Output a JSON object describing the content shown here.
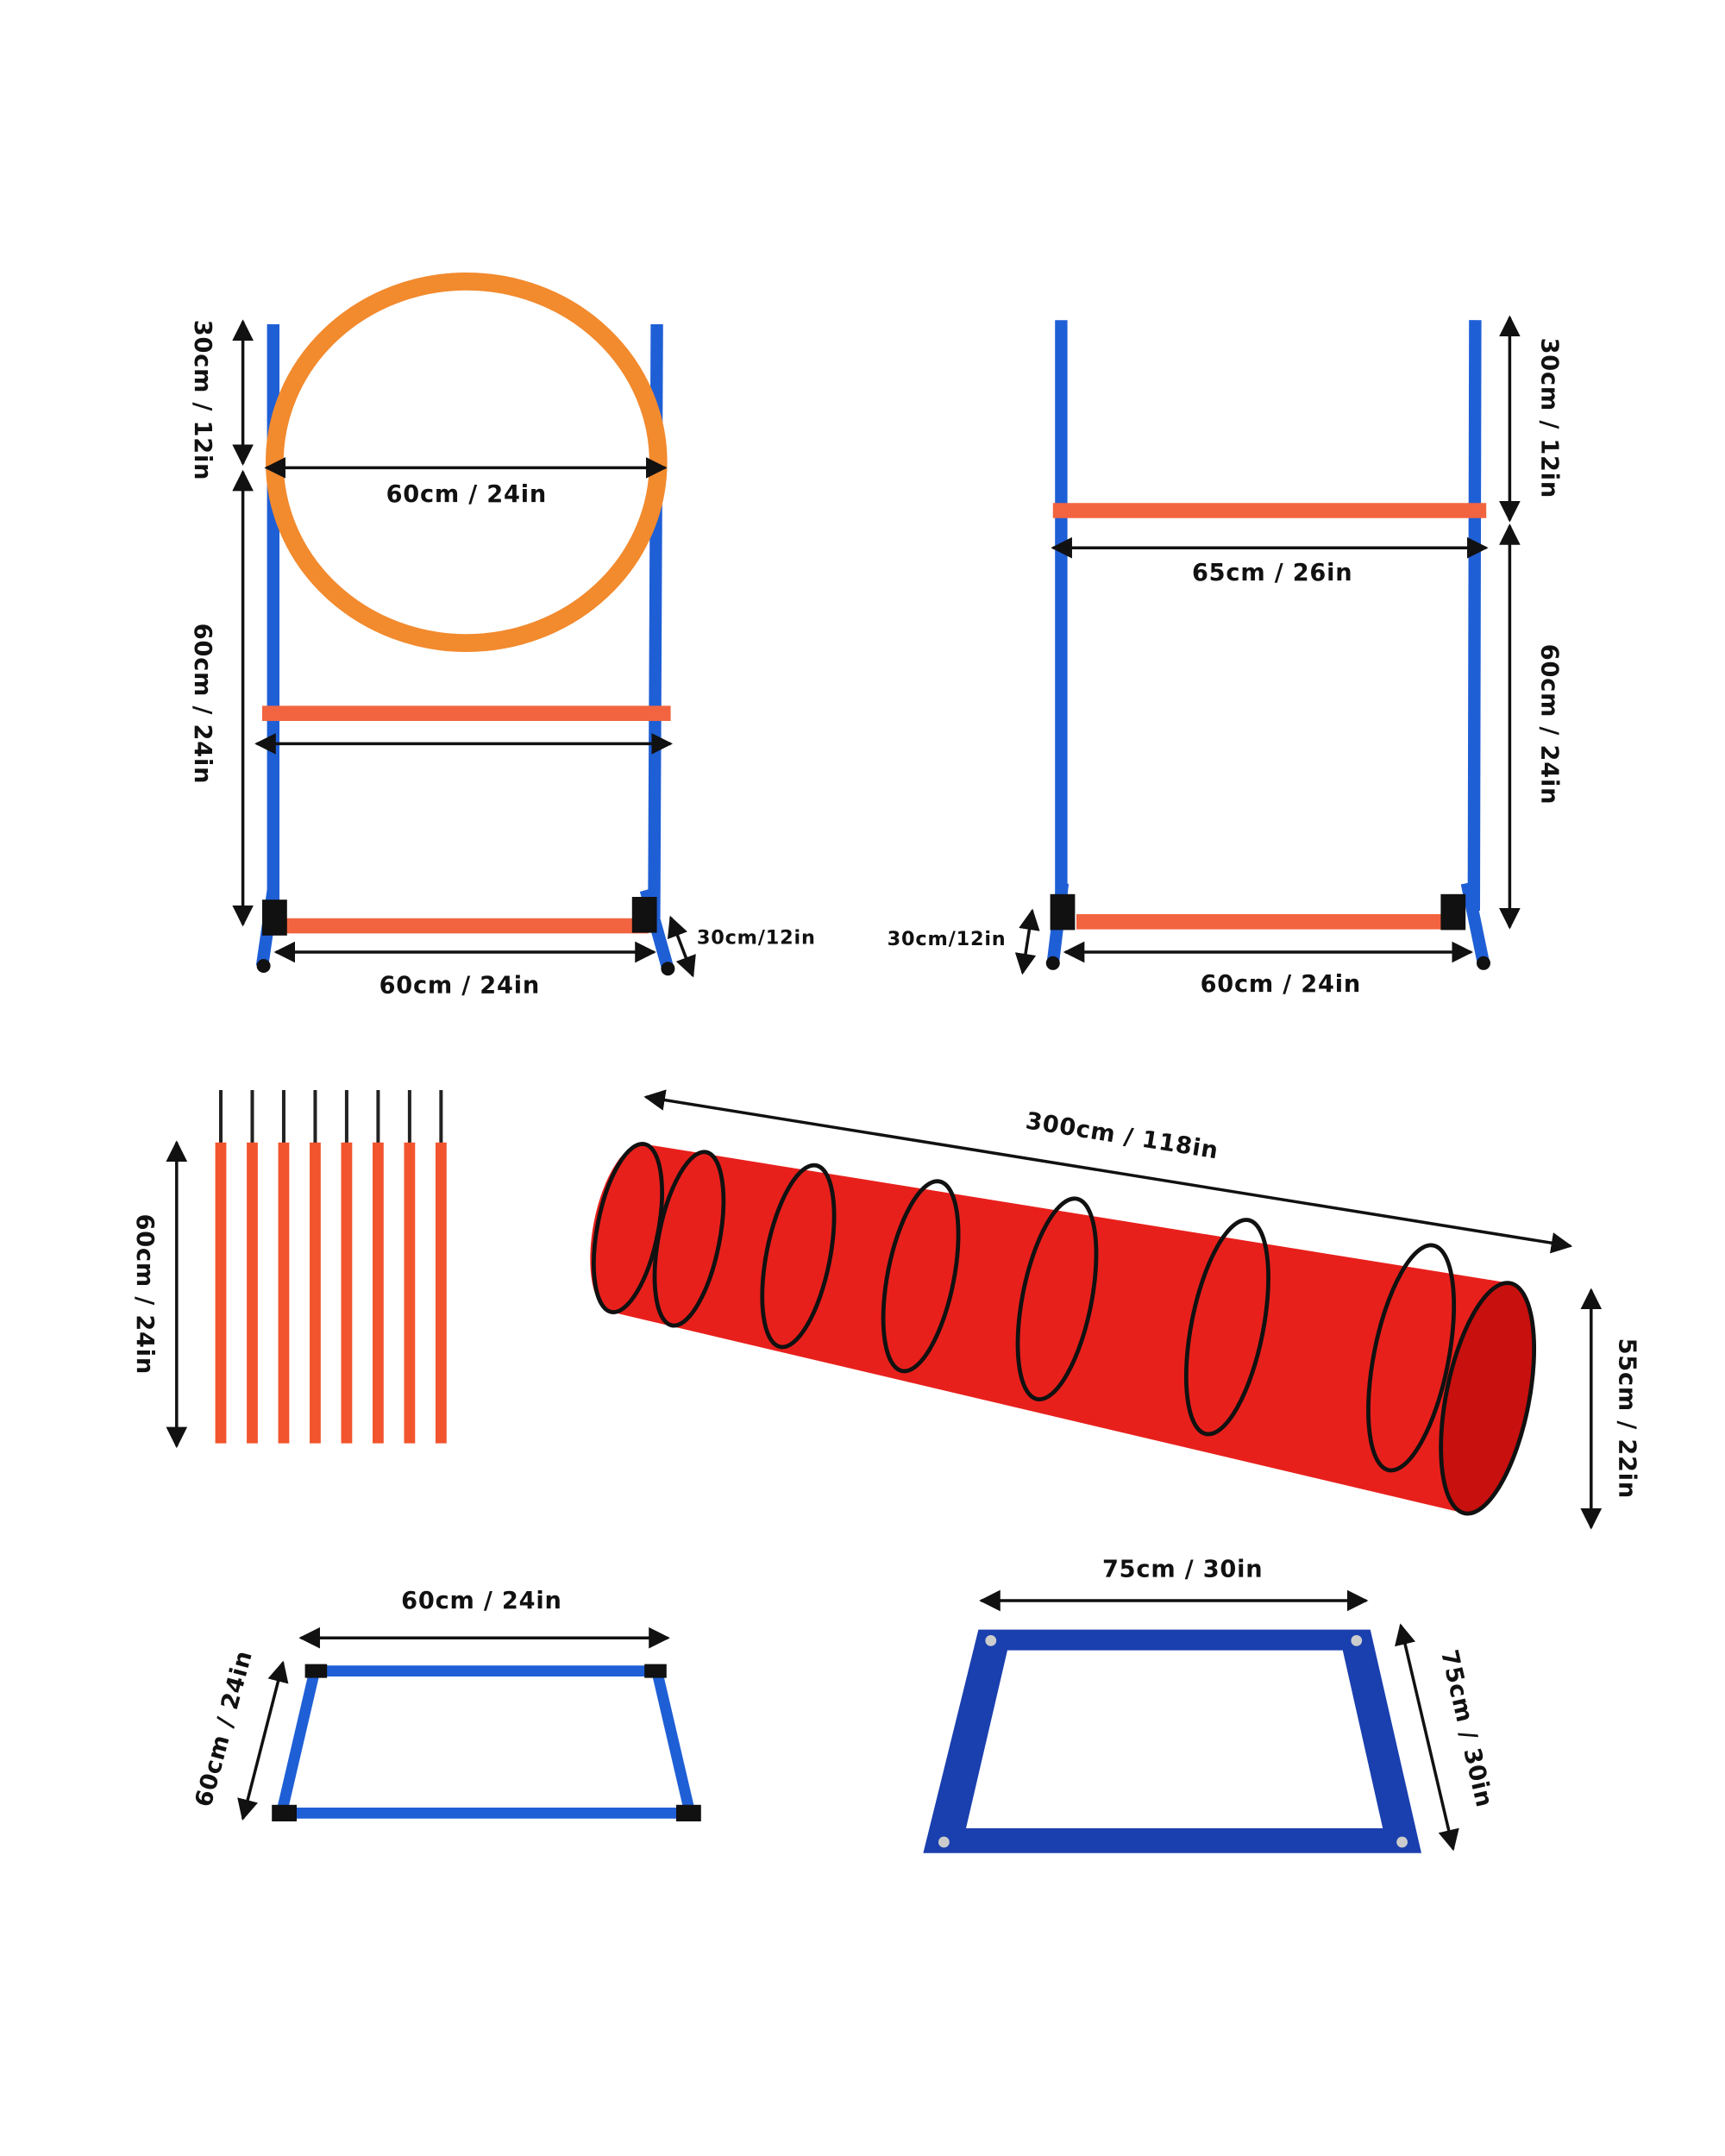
{
  "colors": {
    "frame_blue": "#1f5fd6",
    "hoop_orange": "#f28a2e",
    "bar_red": "#f26440",
    "tunnel_red": "#e8201c",
    "mat_blue": "#1a3fae"
  },
  "hoop_jump": {
    "upper_height": "30cm / 12in",
    "lower_height": "60cm / 24in",
    "hoop_width": "60cm / 24in",
    "base_width": "60cm / 24in",
    "foot_depth": "30cm/12in"
  },
  "hurdle": {
    "upper_height": "30cm / 12in",
    "lower_height": "60cm / 24in",
    "bar_width": "65cm / 26in",
    "base_width": "60cm / 24in",
    "foot_depth": "30cm/12in"
  },
  "weave_poles": {
    "height": "60cm / 24in",
    "count": 8
  },
  "tunnel": {
    "length": "300cm / 118in",
    "diameter": "55cm / 22in"
  },
  "square_frame": {
    "width": "60cm / 24in",
    "depth": "60cm / 24in"
  },
  "pause_mat": {
    "width": "75cm / 30in",
    "depth": "75cm / 30in"
  }
}
